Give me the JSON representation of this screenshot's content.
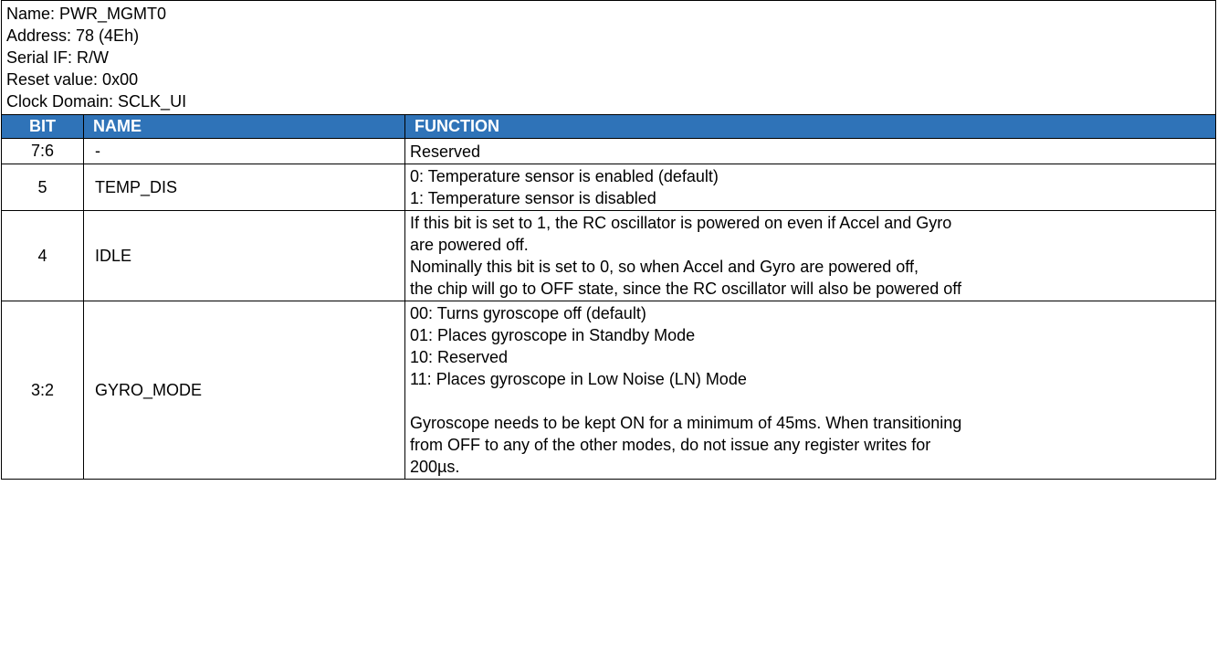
{
  "register": {
    "name_line": "Name: PWR_MGMT0",
    "address_line": "Address: 78 (4Eh)",
    "serial_if_line": "Serial IF: R/W",
    "reset_value_line": "Reset value: 0x00",
    "clock_domain_line": "Clock Domain: SCLK_UI"
  },
  "columns": {
    "bit": "BIT",
    "name": "NAME",
    "function": "FUNCTION"
  },
  "rows": [
    {
      "bit": "7:6",
      "name": "-",
      "function": [
        "Reserved"
      ]
    },
    {
      "bit": "5",
      "name": "TEMP_DIS",
      "function": [
        "0: Temperature sensor is enabled (default)",
        "1: Temperature sensor is disabled"
      ]
    },
    {
      "bit": "4",
      "name": "IDLE",
      "function": [
        "If this bit is set to 1, the RC oscillator is powered on even if Accel and Gyro",
        "are powered off.",
        "Nominally this bit is set to 0, so when Accel and Gyro are powered off,",
        "the chip will go to OFF state, since the RC oscillator will also be powered off"
      ]
    },
    {
      "bit": "3:2",
      "name": "GYRO_MODE",
      "function": [
        "00: Turns gyroscope off (default)",
        "01: Places gyroscope in Standby Mode",
        "10: Reserved",
        "11: Places gyroscope in Low Noise (LN) Mode",
        "",
        "Gyroscope needs to be kept ON for a minimum of 45ms. When transitioning",
        "from OFF to any of the other modes, do not issue any register writes for",
        "200µs."
      ]
    }
  ]
}
